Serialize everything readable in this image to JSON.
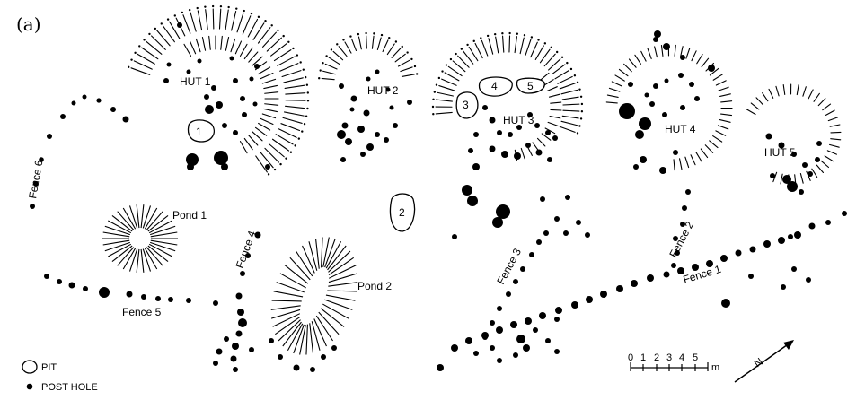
{
  "figure": {
    "panel_label": "(a)"
  },
  "huts": [
    {
      "id": "hut1",
      "label": "HUT 1"
    },
    {
      "id": "hut2",
      "label": "HUT 2"
    },
    {
      "id": "hut3",
      "label": "HUT 3"
    },
    {
      "id": "hut4",
      "label": "HUT 4"
    },
    {
      "id": "hut5",
      "label": "HUT 5"
    }
  ],
  "ponds": [
    {
      "id": "pond1",
      "label": "Pond 1"
    },
    {
      "id": "pond2",
      "label": "Pond 2"
    }
  ],
  "fences": [
    {
      "id": "fence1",
      "label": "Fence 1"
    },
    {
      "id": "fence2",
      "label": "Fence 2"
    },
    {
      "id": "fence3",
      "label": "Fence 3"
    },
    {
      "id": "fence4",
      "label": "Fence 4"
    },
    {
      "id": "fence5",
      "label": "Fence 5"
    },
    {
      "id": "fence6",
      "label": "Fence 6"
    }
  ],
  "pits": [
    "1",
    "2",
    "3",
    "4",
    "5"
  ],
  "legend": {
    "pit_label": "PIT",
    "post_hole_label": "POST HOLE"
  },
  "scale_bar": {
    "ticks": [
      "0",
      "1",
      "2",
      "3",
      "4",
      "5"
    ],
    "unit": "m"
  },
  "north_arrow": {
    "label": "N"
  }
}
